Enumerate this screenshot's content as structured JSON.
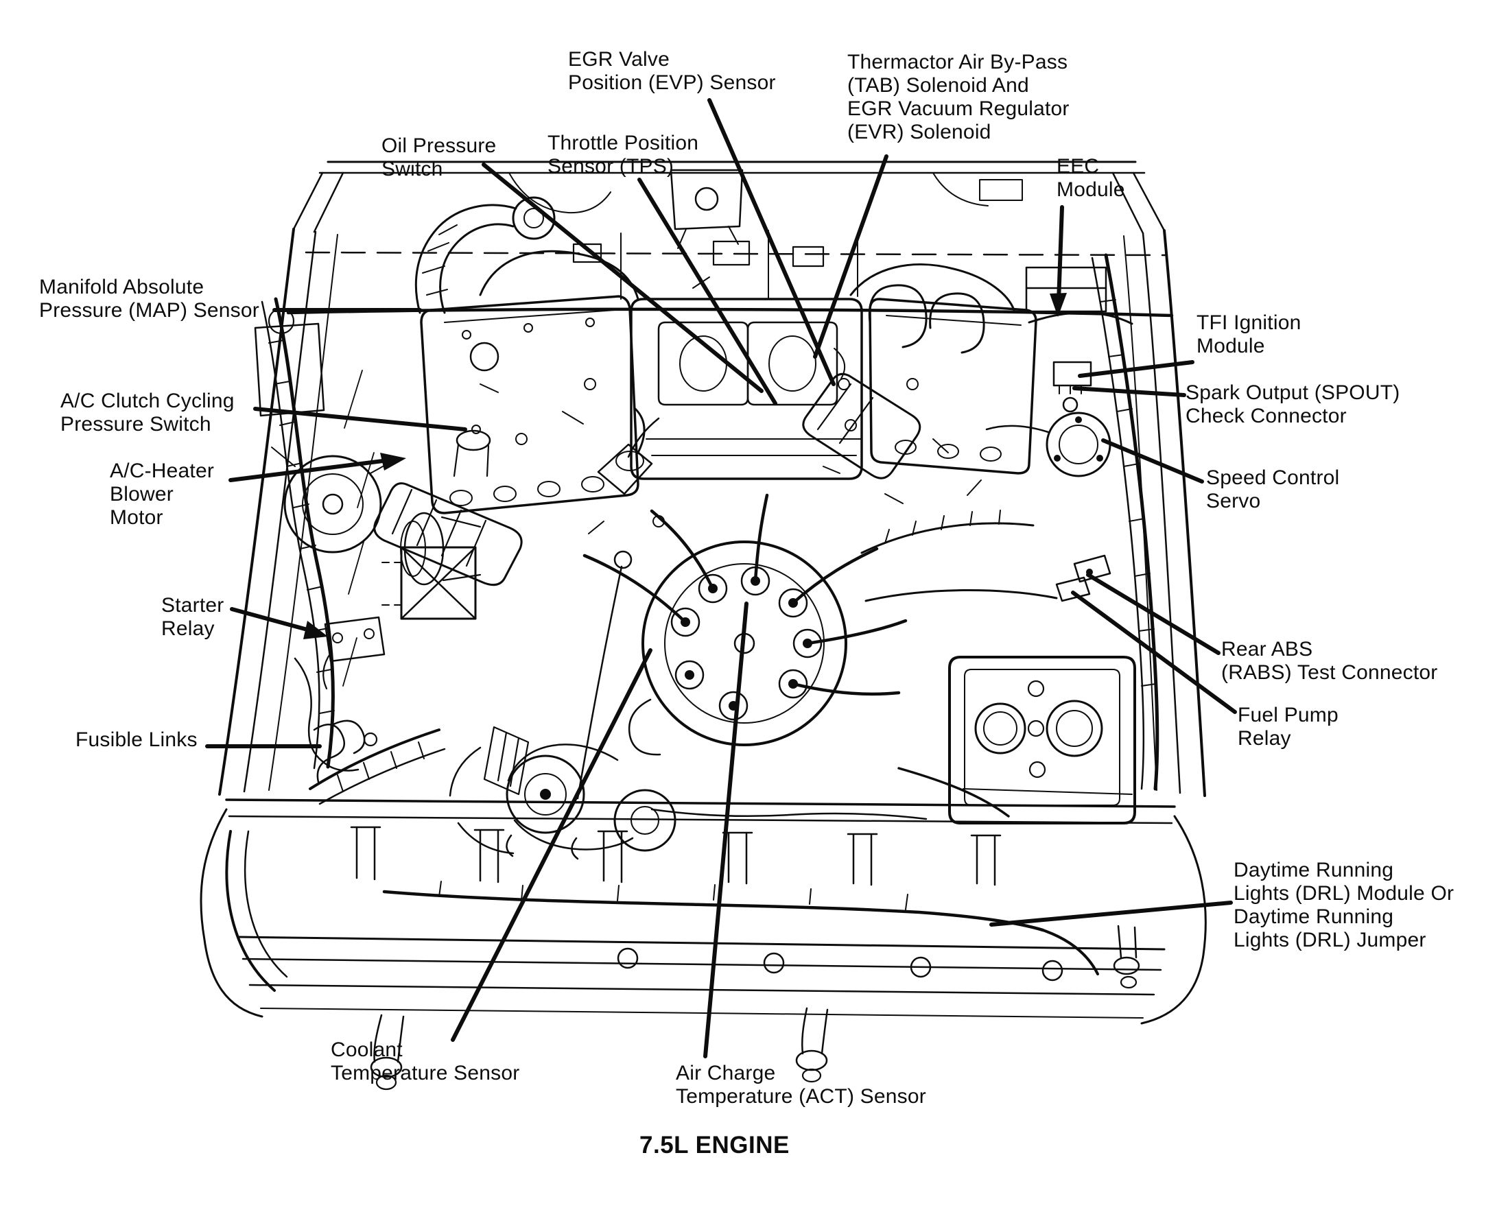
{
  "title": "7.5L ENGINE",
  "colors": {
    "ink": "#0d0d0d",
    "paper": "#ffffff"
  },
  "labels": {
    "egr_evp": {
      "text": "EGR Valve\nPosition (EVP) Sensor"
    },
    "oil_pressure": {
      "text": "Oil Pressure\nSwitch"
    },
    "tps": {
      "text": "Throttle Position\nSensor (TPS)"
    },
    "thermactor": {
      "text": "Thermactor Air By-Pass\n(TAB) Solenoid And\nEGR Vacuum Regulator\n(EVR) Solenoid"
    },
    "eec": {
      "text": "EEC\nModule"
    },
    "map": {
      "text": "Manifold Absolute\nPressure (MAP) Sensor"
    },
    "ac_clutch": {
      "text": "A/C Clutch Cycling\nPressure Switch"
    },
    "ac_blower": {
      "text": "A/C-Heater\nBlower\nMotor"
    },
    "starter_relay": {
      "text": "Starter\nRelay"
    },
    "fusible_links": {
      "text": "Fusible Links"
    },
    "tfi": {
      "text": "TFI Ignition\nModule"
    },
    "spout": {
      "text": "Spark Output (SPOUT)\nCheck Connector"
    },
    "speed_servo": {
      "text": "Speed Control\nServo"
    },
    "rabs": {
      "text": "Rear ABS\n(RABS) Test Connector"
    },
    "fuel_pump": {
      "text": "Fuel Pump\nRelay"
    },
    "drl": {
      "text": "Daytime Running\nLights (DRL) Module Or\nDaytime Running\nLights (DRL) Jumper"
    },
    "coolant": {
      "text": "Coolant\nTemperature Sensor"
    },
    "act": {
      "text": "Air Charge\nTemperature (ACT) Sensor"
    }
  }
}
